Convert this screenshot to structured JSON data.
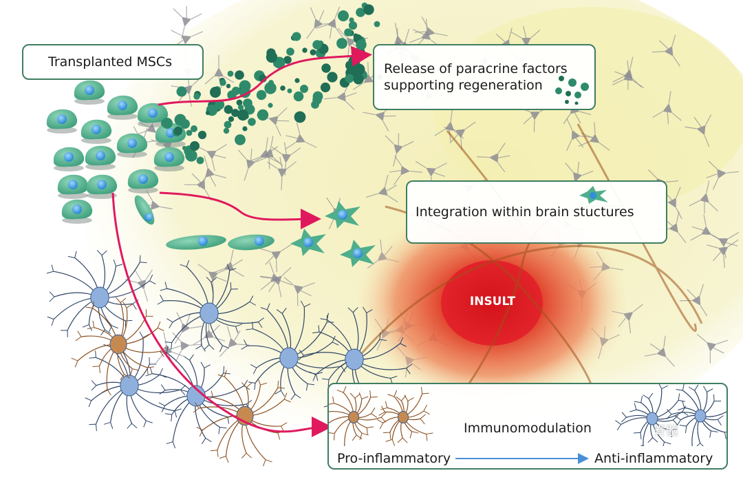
{
  "labels": {
    "transplanted": "Transplanted MSCs",
    "paracrine_line1": "Release of paracrine factors",
    "paracrine_line2": "supporting regeneration",
    "integration": "Integration within brain stuctures",
    "insult": "INSULT",
    "immunomodulation": "Immunomodulation",
    "pro_inflammatory": "Pro-inflammatory",
    "anti_inflammatory": "Anti-inflammatory",
    "watermark": "脊髓"
  },
  "colors": {
    "msc_body": "#4fae8c",
    "msc_nucleus": "#2f8fd8",
    "factor_dots": "#1f6e55",
    "arrow": "#e0195e",
    "box_border": "#3f7d60",
    "insult_red": "#d42a22",
    "microglia_blue": "#7fa7d6",
    "microglia_brown": "#c68a50",
    "background_yellow": "#f7f3c6"
  },
  "icons": [
    "msc-cell-icon",
    "paracrine-dot-icon",
    "neuron-icon",
    "microglia-icon"
  ]
}
